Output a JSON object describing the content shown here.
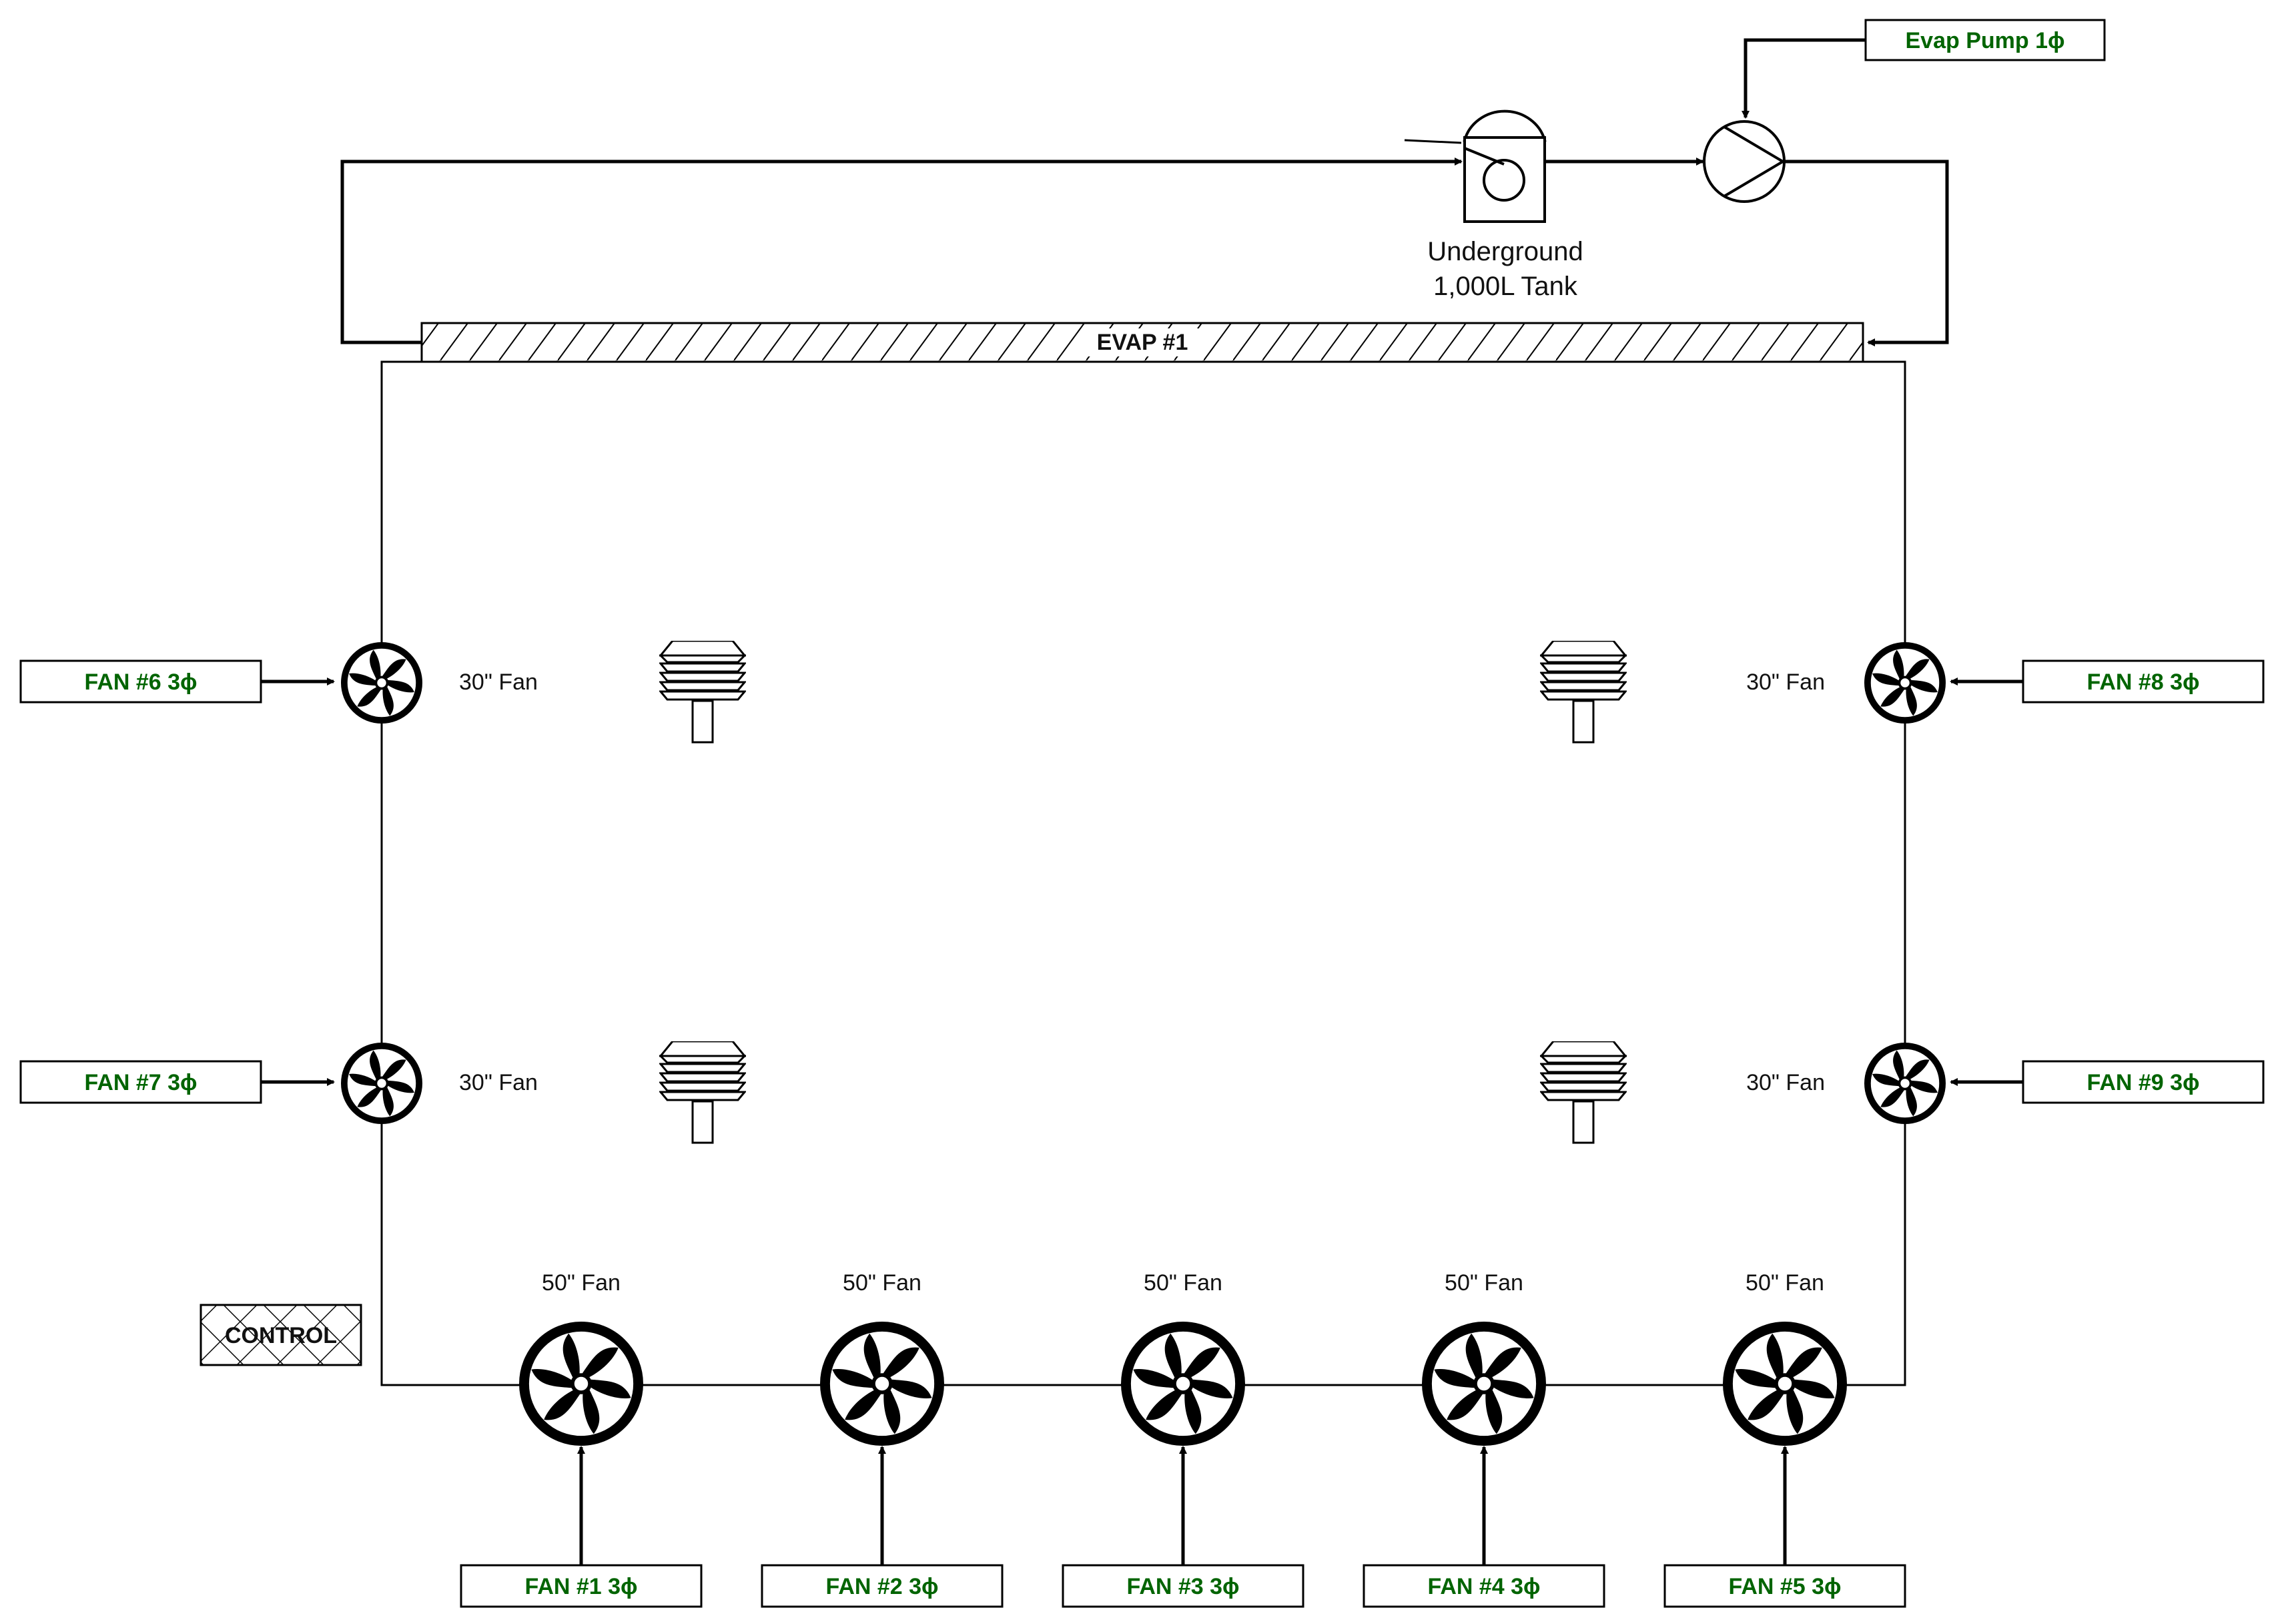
{
  "pump_label": "Evap Pump 1ɸ",
  "tank_label_line1": "Underground",
  "tank_label_line2": "1,000L Tank",
  "evap_label": "EVAP #1",
  "control_label": "CONTROL",
  "side_fans": {
    "fan6": {
      "tag": "FAN #6 3ɸ",
      "size": "30\" Fan"
    },
    "fan7": {
      "tag": "FAN #7 3ɸ",
      "size": "30\" Fan"
    },
    "fan8": {
      "tag": "FAN #8 3ɸ",
      "size": "30\" Fan"
    },
    "fan9": {
      "tag": "FAN #9 3ɸ",
      "size": "30\" Fan"
    }
  },
  "bottom_fans": [
    {
      "tag": "FAN #1 3ɸ",
      "size": "50\" Fan"
    },
    {
      "tag": "FAN #2 3ɸ",
      "size": "50\" Fan"
    },
    {
      "tag": "FAN #3 3ɸ",
      "size": "50\" Fan"
    },
    {
      "tag": "FAN #4 3ɸ",
      "size": "50\" Fan"
    },
    {
      "tag": "FAN #5 3ɸ",
      "size": "50\" Fan"
    }
  ],
  "icons": {
    "fan": "fan-icon",
    "pump": "pump-icon",
    "tank": "tank-icon",
    "sensor": "sensor-icon",
    "arrow": "arrow-icon"
  },
  "colors": {
    "label_text": "#006400",
    "line": "#000000"
  }
}
